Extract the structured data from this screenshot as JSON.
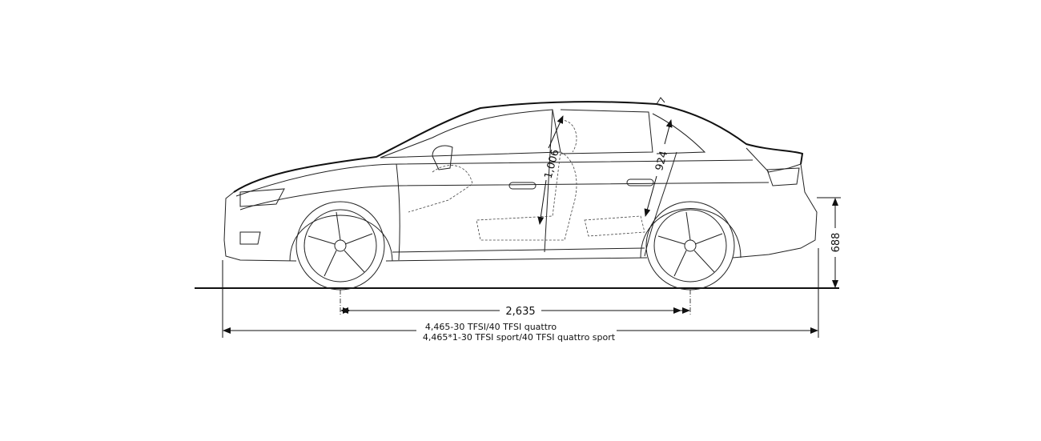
{
  "dimensions": {
    "wheelbase": "2,635",
    "length_line1": "4,465-30 TFSI/40 TFSI quattro",
    "length_line2": "4,465*1-30 TFSI sport/40 TFSI quattro sport",
    "height_ground_to_tail": "688",
    "front_headroom": "1,006",
    "rear_headroom": "924"
  }
}
